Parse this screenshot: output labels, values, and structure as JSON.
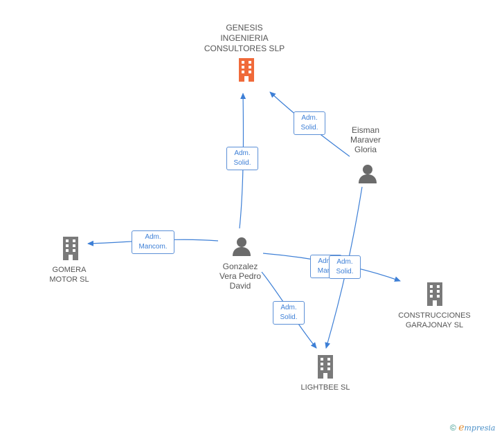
{
  "nodes": {
    "genesis": {
      "lines": [
        "GENESIS",
        "INGENIERIA",
        "CONSULTORES SLP"
      ],
      "color": "#f06a3a"
    },
    "gomera": {
      "lines": [
        "GOMERA",
        "MOTOR SL"
      ],
      "color": "#7a7a7a"
    },
    "construcciones": {
      "lines": [
        "CONSTRUCCIONES",
        "GARAJONAY SL"
      ],
      "color": "#7a7a7a"
    },
    "lightbee": {
      "lines": [
        "LIGHTBEE SL"
      ],
      "color": "#7a7a7a"
    },
    "eisman": {
      "lines": [
        "Eisman",
        "Maraver",
        "Gloria"
      ],
      "color": "#6b6b6b"
    },
    "gonzalez": {
      "lines": [
        "Gonzalez",
        "Vera Pedro",
        "David"
      ],
      "color": "#6b6b6b"
    }
  },
  "edges": {
    "gonzalez_genesis": [
      "Adm.",
      "Solid."
    ],
    "eisman_genesis": [
      "Adm.",
      "Solid."
    ],
    "gonzalez_gomera": [
      "Adm.",
      "Mancom."
    ],
    "gonzalez_construcciones": [
      "Adm.",
      "Manc"
    ],
    "eisman_lightbee": [
      "Adm.",
      "Solid."
    ],
    "gonzalez_lightbee": [
      "Adm.",
      "Solid."
    ]
  },
  "edge_color": "#3d7fd6",
  "brand": {
    "copyright": "©",
    "e": "e",
    "rest": "mpresia"
  }
}
